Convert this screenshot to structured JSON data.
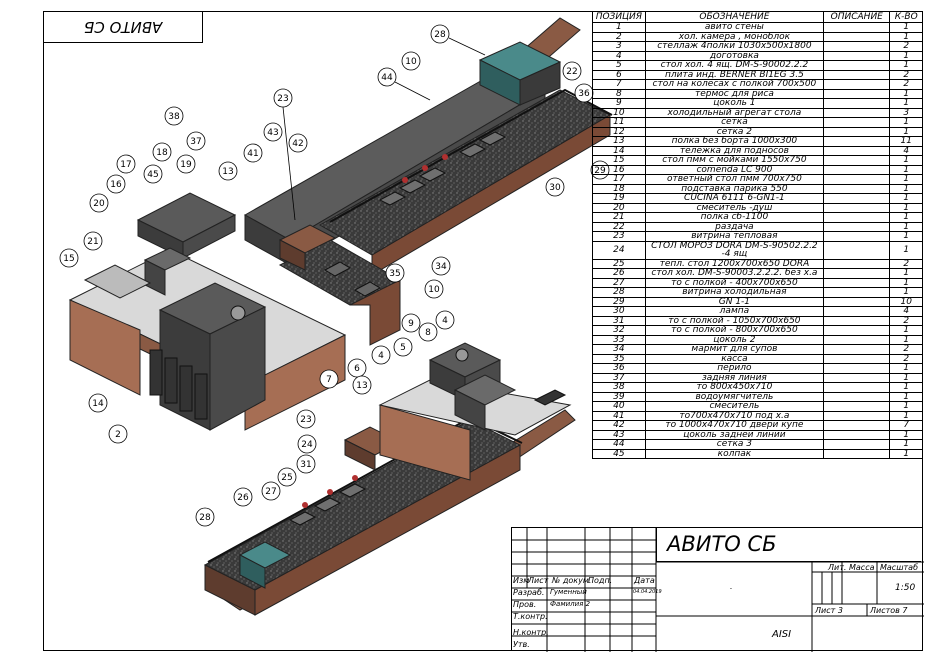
{
  "stamp_top": "АВИТО СБ",
  "spec": {
    "headers": [
      "ПОЗИЦИЯ",
      "ОБОЗНАЧЕНИЕ",
      "ОПИСАНИЕ",
      "К-ВО"
    ],
    "rows": [
      [
        "1",
        "авито стены",
        "",
        "1"
      ],
      [
        "2",
        "хол. камера , моноблок",
        "",
        "1"
      ],
      [
        "3",
        "стеллаж 4полки 1030х500х1800",
        "",
        "2"
      ],
      [
        "4",
        "доготовка",
        "",
        "1"
      ],
      [
        "5",
        "стол хол. 4 ящ. DM-S-90002.2.2",
        "",
        "1"
      ],
      [
        "6",
        "плита инд. BERNER BI1EG 3.5",
        "",
        "2"
      ],
      [
        "7",
        "стол на колесах с полкой 700х500",
        "",
        "2"
      ],
      [
        "8",
        "термос для риса",
        "",
        "1"
      ],
      [
        "9",
        "цоколь 1",
        "",
        "1"
      ],
      [
        "10",
        "холодильный агрегат стола",
        "",
        "3"
      ],
      [
        "11",
        "сетка",
        "",
        "1"
      ],
      [
        "12",
        "сетка 2",
        "",
        "1"
      ],
      [
        "13",
        "полка без борта 1000х300",
        "",
        "11"
      ],
      [
        "14",
        "тележка для подносов",
        "",
        "4"
      ],
      [
        "15",
        "стол пмм с мойками 1550х750",
        "",
        "1"
      ],
      [
        "16",
        "comenda LC 900",
        "",
        "1"
      ],
      [
        "17",
        "ответный стол пмм 700х750",
        "",
        "1"
      ],
      [
        "18",
        "подставка парика 550",
        "",
        "1"
      ],
      [
        "19",
        "CUCINA 6111 6-GN1-1",
        "",
        "1"
      ],
      [
        "20",
        "смеситель -душ",
        "",
        "1"
      ],
      [
        "21",
        "полка сб-1100",
        "",
        "1"
      ],
      [
        "22",
        "раздача",
        "",
        "1"
      ],
      [
        "23",
        "витрина тепловая",
        "",
        "1"
      ],
      [
        "24",
        "СТОЛ МОРОЗ DORA DM-S-90502.2.2 -4 ящ",
        "",
        "1"
      ],
      [
        "25",
        "тепл. стол 1200х700х650 DORA",
        "",
        "2"
      ],
      [
        "26",
        "стол хол. DM-S-90003.2.2.2. без х.а",
        "",
        "1"
      ],
      [
        "27",
        "то с полкой - 400х700х650",
        "",
        "1"
      ],
      [
        "28",
        "витрина холодильная",
        "",
        "1"
      ],
      [
        "29",
        "GN 1-1",
        "",
        "10"
      ],
      [
        "30",
        "лампа",
        "",
        "4"
      ],
      [
        "31",
        "то с полкой - 1050х700х650",
        "",
        "2"
      ],
      [
        "32",
        "то с полкой - 800х700х650",
        "",
        "1"
      ],
      [
        "33",
        "цоколь 2",
        "",
        "1"
      ],
      [
        "34",
        "мармит для супов",
        "",
        "2"
      ],
      [
        "35",
        "касса",
        "",
        "2"
      ],
      [
        "36",
        "перило",
        "",
        "1"
      ],
      [
        "37",
        "задняя линия",
        "",
        "1"
      ],
      [
        "38",
        "то 800х450х710",
        "",
        "1"
      ],
      [
        "39",
        "водоумягчитель",
        "",
        "1"
      ],
      [
        "40",
        "смеситель",
        "",
        "1"
      ],
      [
        "41",
        "то700х470х710 под х.а",
        "",
        "1"
      ],
      [
        "42",
        "то 1000х470х710 двери купе",
        "",
        "7"
      ],
      [
        "43",
        "цоколь заднеи линии",
        "",
        "1"
      ],
      [
        "44",
        "сетка 3",
        "",
        "1"
      ],
      [
        "45",
        "колпак",
        "",
        "1"
      ]
    ]
  },
  "titleblock": {
    "title": "АВИТО СБ",
    "col_labels": [
      "Изм",
      "Лист",
      "№ докум.",
      "Подп.",
      "Дата"
    ],
    "roles": [
      "Разраб.",
      "Пров.",
      "Т.контр.",
      "Н.контр.",
      "Утв."
    ],
    "names": [
      "Гуменный",
      "Фамилия 2"
    ],
    "date": "04.04.2019",
    "lit_label": "Лит.",
    "mass_label": "Масса",
    "scale_label": "Масштаб",
    "scale": "1:50",
    "dot": ".",
    "sheet": "Лист 3",
    "sheets": "Листов 7",
    "material": "AISI"
  },
  "drawing": {
    "callouts_upper": [
      "28",
      "22",
      "44",
      "10",
      "36",
      "23",
      "38",
      "43",
      "42",
      "37",
      "41",
      "13",
      "17",
      "18",
      "19",
      "45",
      "16",
      "20",
      "29",
      "30",
      "21",
      "15",
      "34",
      "35",
      "10",
      "4",
      "9",
      "8",
      "5",
      "6",
      "7",
      "13",
      "14",
      "2"
    ],
    "callouts_lower": [
      "23",
      "24",
      "31",
      "25",
      "27",
      "26",
      "28"
    ]
  }
}
